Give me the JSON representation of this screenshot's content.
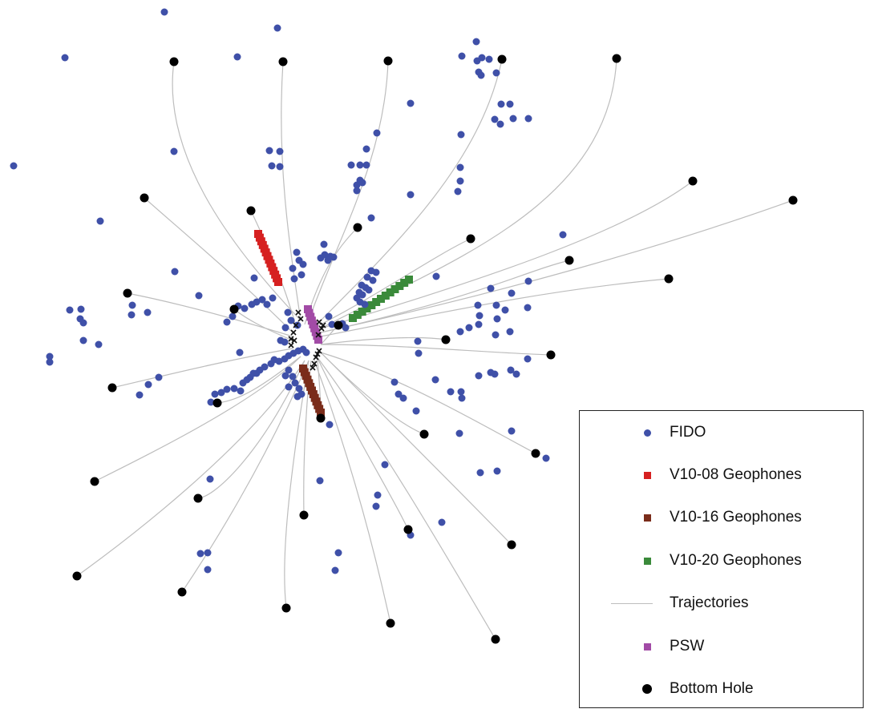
{
  "colors": {
    "fido": "#3f50a8",
    "v1008": "#d62020",
    "v1016": "#7a2c1a",
    "v1020": "#3a8a3a",
    "trajectory": "#bdbdbd",
    "psw": "#a24ba6",
    "bottom_hole": "#000000",
    "cluster": "#111111"
  },
  "legend": {
    "items": [
      {
        "key": "fido",
        "label": "FIDO",
        "marker": "dot"
      },
      {
        "key": "v1008",
        "label": "V10-08 Geophones",
        "marker": "square"
      },
      {
        "key": "v1016",
        "label": "V10-16 Geophones",
        "marker": "square"
      },
      {
        "key": "v1020",
        "label": "V10-20 Geophones",
        "marker": "square"
      },
      {
        "key": "trajectory",
        "label": "Trajectories",
        "marker": "line"
      },
      {
        "key": "psw",
        "label": "PSW",
        "marker": "square"
      },
      {
        "key": "bottom_hole",
        "label": "Bottom Hole",
        "marker": "dot-large"
      }
    ]
  }
}
